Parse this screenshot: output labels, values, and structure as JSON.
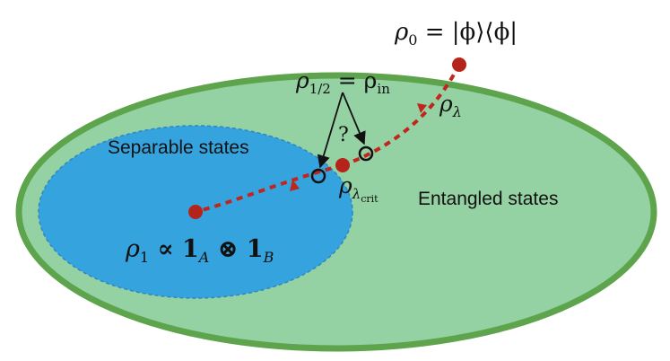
{
  "regions": {
    "entangled_label": "Entangled states",
    "separable_label": "Separable states"
  },
  "states": {
    "rho0": {
      "base": "ρ",
      "sub": "0",
      "rest": " = |ϕ⟩⟨ϕ|"
    },
    "rho1": {
      "base": "ρ",
      "sub": "1",
      "rest": " ∝ 𝟏",
      "sub2": "A",
      "mid": " ⊗ 𝟏",
      "sub3": "B"
    },
    "rho_lambda": {
      "base": "ρ",
      "sub": "λ"
    },
    "rho_crit": {
      "base": "ρ",
      "sub": "λ",
      "subsub": "crit"
    },
    "rho_half": {
      "base": "ρ",
      "sub": "1/2",
      "mid": " = ρ",
      "sub2": "in"
    },
    "question": "?"
  },
  "colors": {
    "entangled_fill": "#94d1a3",
    "entangled_border": "#5da44c",
    "separable_fill": "#35a3dd",
    "separable_border": "#2d87c2",
    "path": "#c0261d",
    "marker": "#b5241a",
    "outline": "#111111"
  }
}
